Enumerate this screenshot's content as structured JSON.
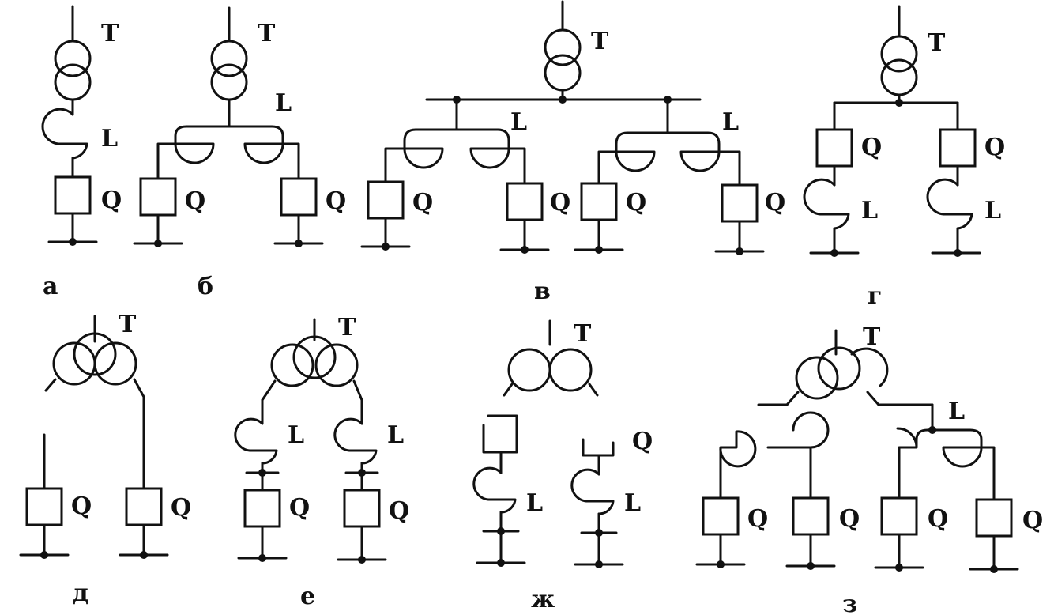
{
  "labels": {
    "transformer": "T",
    "reactor": "L",
    "breaker": "Q"
  },
  "captions": {
    "a": "а",
    "b": "б",
    "v": "в",
    "g": "г",
    "d": "д",
    "e": "е",
    "zh": "ж",
    "z": "з"
  }
}
